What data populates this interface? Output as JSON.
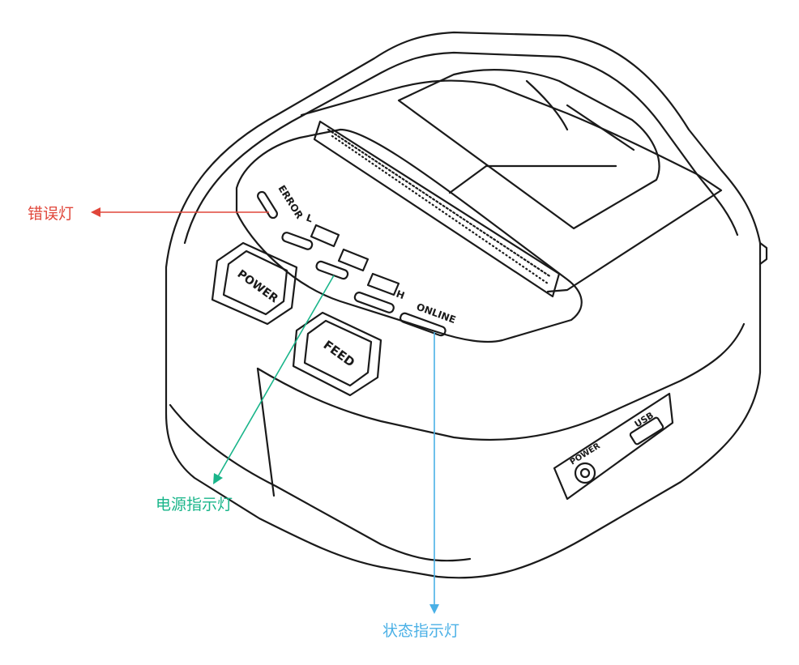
{
  "callouts": {
    "error_light": "错误灯",
    "power_light": "电源指示灯",
    "status_light": "状态指示灯"
  },
  "printer_labels": {
    "power_button": "POWER",
    "feed_button": "FEED",
    "error": "ERROR",
    "low": "L",
    "high": "H",
    "online": "ONLINE",
    "power_port": "POWER",
    "usb_port": "USB"
  },
  "colors": {
    "error_callout": "#e0463a",
    "power_callout": "#19b58a",
    "status_callout": "#4ab0e6",
    "line_art": "#1a1a1a"
  }
}
